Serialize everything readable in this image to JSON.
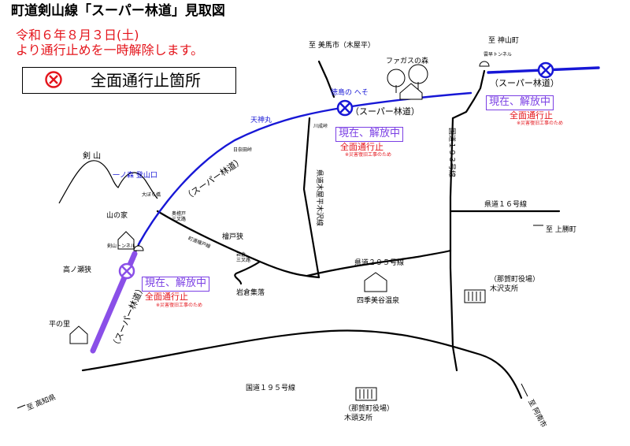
{
  "title": "町道剣山線「スーパー林道」見取図",
  "notice": {
    "line1": "令和６年８月３日(土)",
    "line2": "より通行止めを一時解除します。"
  },
  "legend": {
    "icon": "closure-x-icon",
    "label": "全面通行止箇所"
  },
  "colors": {
    "super_rindo": "#1717d6",
    "reopened_section": "#8a4fe8",
    "closure_marker_fill": "#1717d6",
    "closure_marker_legend": "#e4141b",
    "status_red": "#e4141b",
    "status_purple": "#7b3fe4"
  },
  "labels": {
    "to_mima": "至 美馬市（木屋平）",
    "fagasu": "ファガスの森",
    "to_kamiyama": "至 神山町",
    "kumotori_tunnel": "雲早トンネル",
    "tokushima_heso": "徳島の へそ",
    "tenjinmaru": "天神丸",
    "kawanari": "川成峠",
    "hinode": "日奈田峠",
    "tsurugi": "剣 山",
    "ichinomori": "一ノ森 登山口",
    "oboro": "大ぼら橋",
    "yamanoie": "山の家",
    "tsurugi_tunnel": "剣山トンネル",
    "okuhinokido": "奥檜戸\n三叉路",
    "hinokido_junction": "町道檜戸線",
    "hinokido": "檜戸狭",
    "iwakura_junction": "岩倉\n三叉路",
    "iwakura": "岩倉集落",
    "takanose": "高ノ瀬狭",
    "tairanosato": "平の里",
    "to_kochi": "至 高知県",
    "to_kamikatsu": "至 上勝町",
    "to_anan": "至 阿南市",
    "shiki": "四季美谷温泉",
    "kisawa_office": "（那賀町役場）\n木沢支所",
    "kito_office": "（那賀町役場）\n木頭支所"
  },
  "roads": {
    "super_rindo_a": "（スーパー林道）",
    "super_rindo_b": "（スーパー林道）",
    "super_rindo_c": "（スーパー林道）",
    "super_rindo_d": "（スーパー林道）",
    "kendo_kiya": "県道木屋平木沢線",
    "kokudo193": "国道１９３号線",
    "kendo16": "県道１６号線",
    "kendo295": "県道２９５号線",
    "kokudo195": "国道１９５号線"
  },
  "status": {
    "open_now": "現在、解放中",
    "full_closure": "全面通行止",
    "disaster_note": "※災害復旧工事のため"
  }
}
